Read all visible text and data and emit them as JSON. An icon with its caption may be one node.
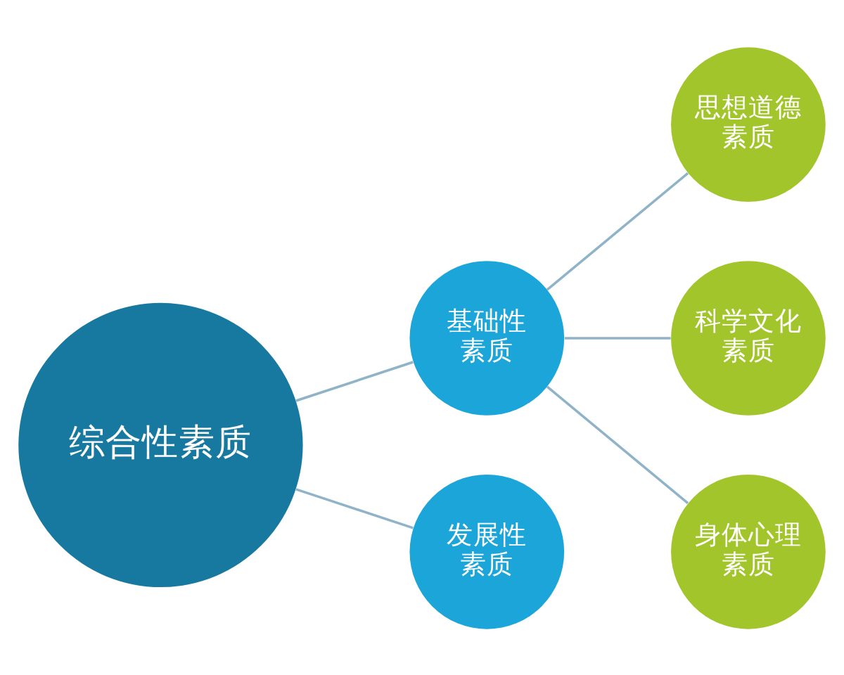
{
  "diagram": {
    "nodes": [
      {
        "text": [
          "综合性素质"
        ]
      },
      {
        "text": [
          "基础性素质"
        ]
      },
      {
        "text": [
          "发展性素质"
        ]
      },
      {
        "text": [
          "思想道德素质"
        ]
      },
      {
        "text": [
          "科学文化素质"
        ]
      },
      {
        "text": [
          "身体心理素质"
        ]
      }
    ],
    "edges": [
      {
        "from": 0,
        "to": 1,
        "arrow": "none"
      },
      {
        "from": 0,
        "to": 2,
        "arrow": "none"
      },
      {
        "from": 1,
        "to": 3,
        "arrow": "none"
      },
      {
        "from": 1,
        "to": 4,
        "arrow": "none"
      },
      {
        "from": 1,
        "to": 5,
        "arrow": "none"
      }
    ]
  }
}
